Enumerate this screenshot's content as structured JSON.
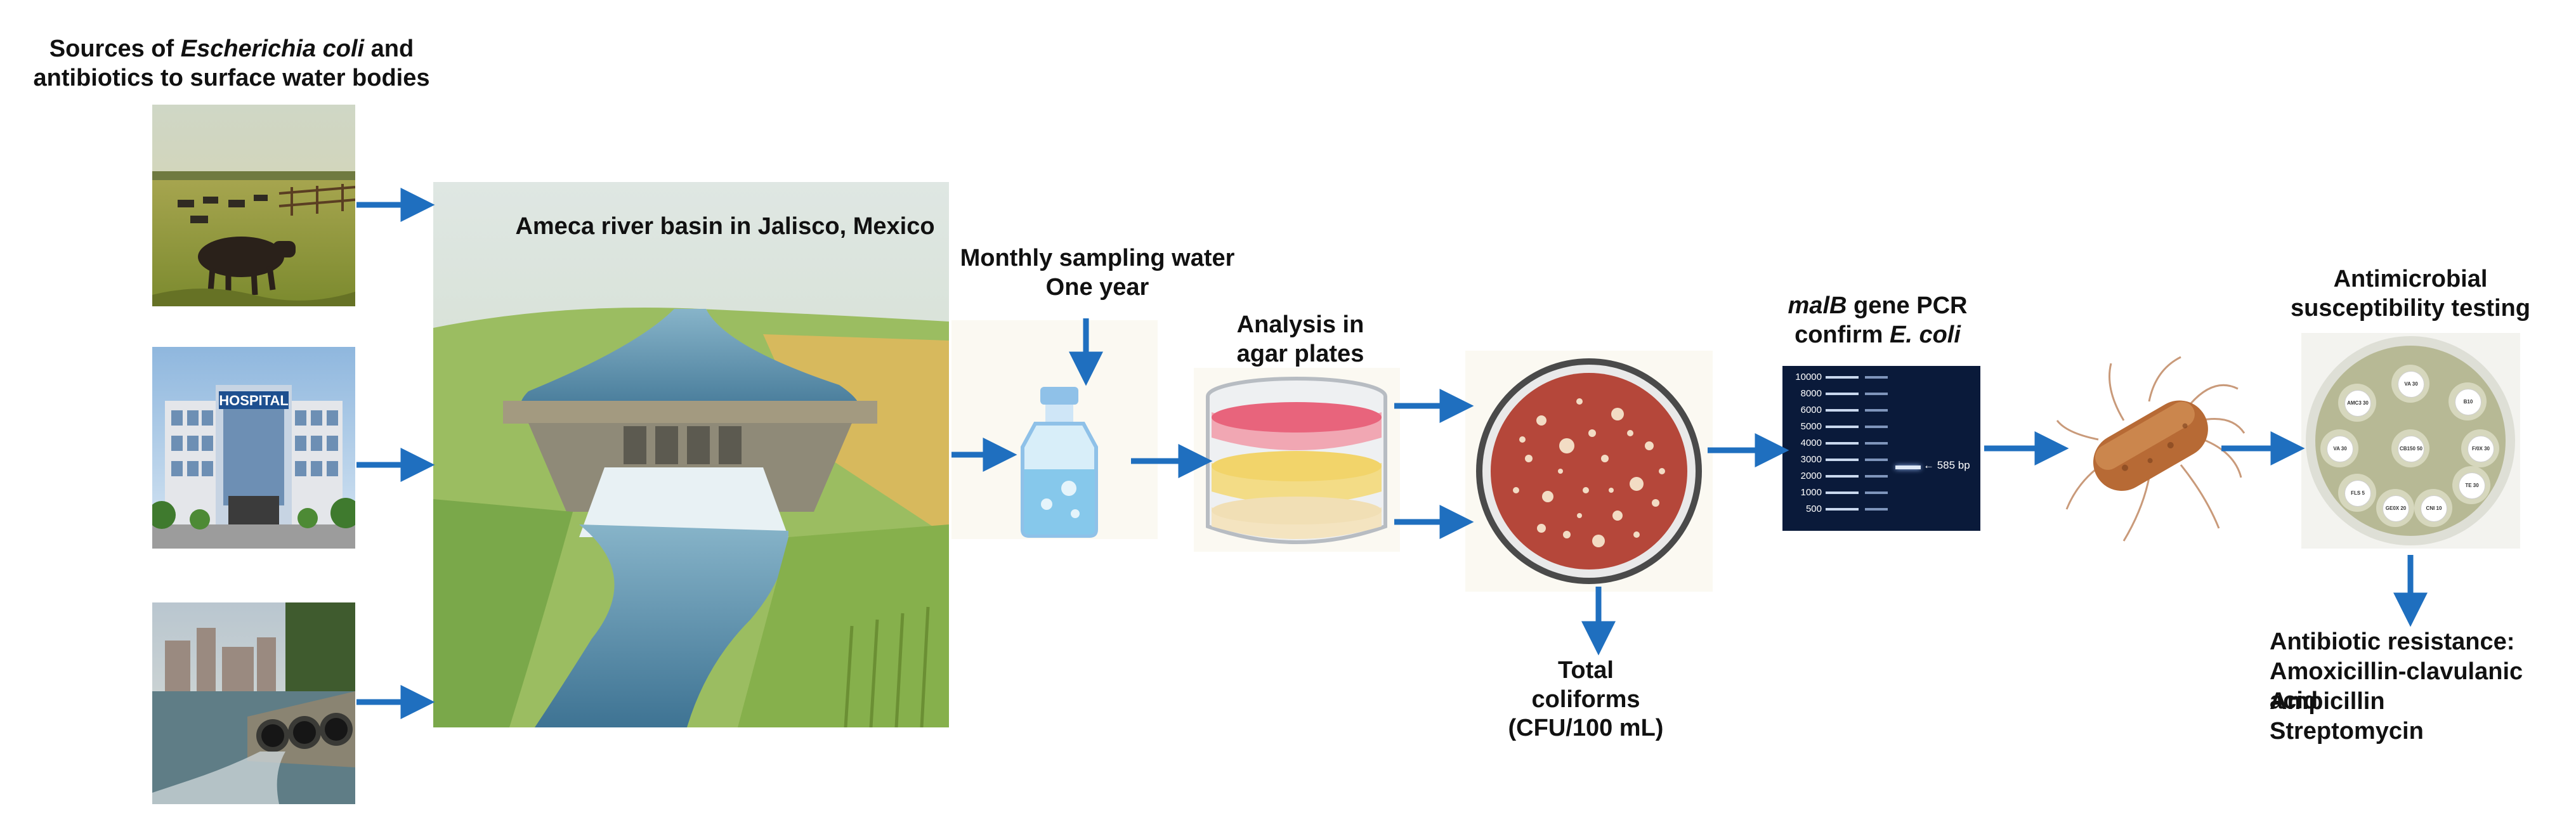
{
  "sources": {
    "title_pre": "Sources of ",
    "title_italic": "Escherichia coli",
    "title_post": " and",
    "title_line2": "antibiotics to surface water bodies",
    "hospital_sign": "HOSPITAL"
  },
  "river": {
    "title": "Ameca river basin in Jalisco, Mexico"
  },
  "sampling": {
    "line1": "Monthly sampling water",
    "line2": "One year"
  },
  "agar": {
    "line1": "Analysis in",
    "line2": "agar plates"
  },
  "coliforms": {
    "line1": "Total",
    "line2": "coliforms",
    "line3": "(CFU/100 mL)"
  },
  "pcr": {
    "title_italic": "malB",
    "title_post": " gene PCR",
    "line2_pre": "confirm ",
    "line2_italic": "E. coli",
    "ladder": [
      "10000",
      "8000",
      "6000",
      "5000",
      "4000",
      "3000",
      "2000",
      "1000",
      "500"
    ],
    "band_label": "← 585 bp"
  },
  "ast": {
    "line1": "Antimicrobial",
    "line2": "susceptibility testing",
    "discs": [
      "AMC3 30",
      "VA 30",
      "B10",
      "VA 30",
      "CB150 50",
      "F/0X 30",
      "FLS 5",
      "GE0X 20",
      "CNI 10",
      "TE 30"
    ]
  },
  "resistance": {
    "title": "Antibiotic resistance:",
    "items": [
      "Amoxicillin-clavulanic acid",
      "Ampicillin",
      "Streptomycin"
    ]
  },
  "colors": {
    "arrow": "#1f6fbf",
    "water": "#6fa8c8",
    "agar": "#b5473a",
    "gel": "#0a1a3a"
  }
}
